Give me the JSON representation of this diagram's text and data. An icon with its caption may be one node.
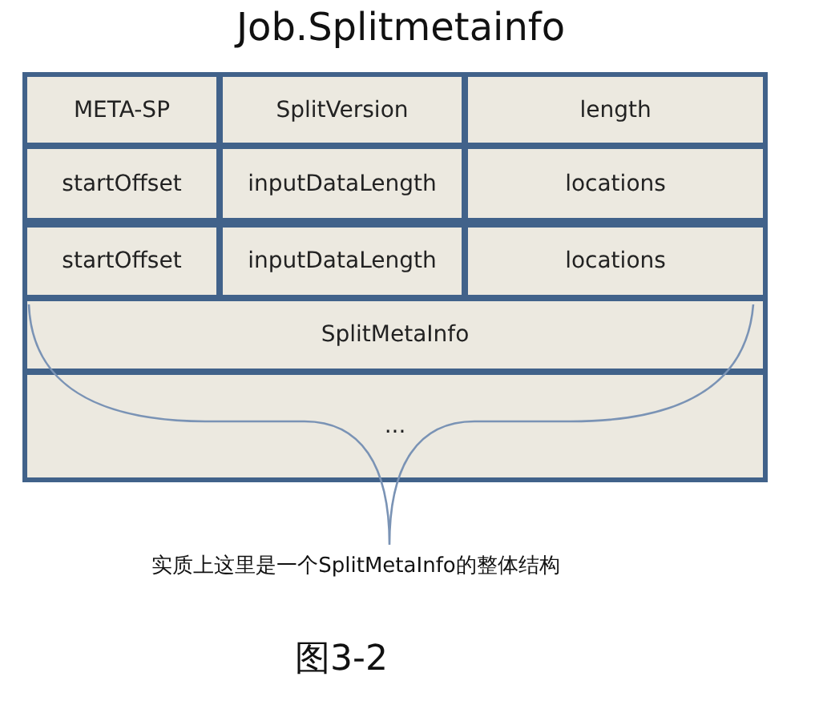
{
  "diagram": {
    "title": "Job.Splitmetainfo",
    "caption": "图3-2",
    "nodes": [
      {
        "text": [
          "META-SP"
        ]
      },
      {
        "text": [
          "SplitVersion"
        ]
      },
      {
        "text": [
          "length"
        ]
      },
      {
        "text": [
          "startOffset"
        ]
      },
      {
        "text": [
          "inputDataLength"
        ]
      },
      {
        "text": [
          "locations"
        ]
      },
      {
        "text": [
          "startOffset"
        ]
      },
      {
        "text": [
          "inputDataLength"
        ]
      },
      {
        "text": [
          "locations"
        ]
      },
      {
        "text": [
          "SplitMetaInfo"
        ]
      },
      {
        "text": [
          "..."
        ]
      }
    ],
    "labels": [
      "实质上这里是一个SplitMetaInfo的整体结构"
    ]
  }
}
